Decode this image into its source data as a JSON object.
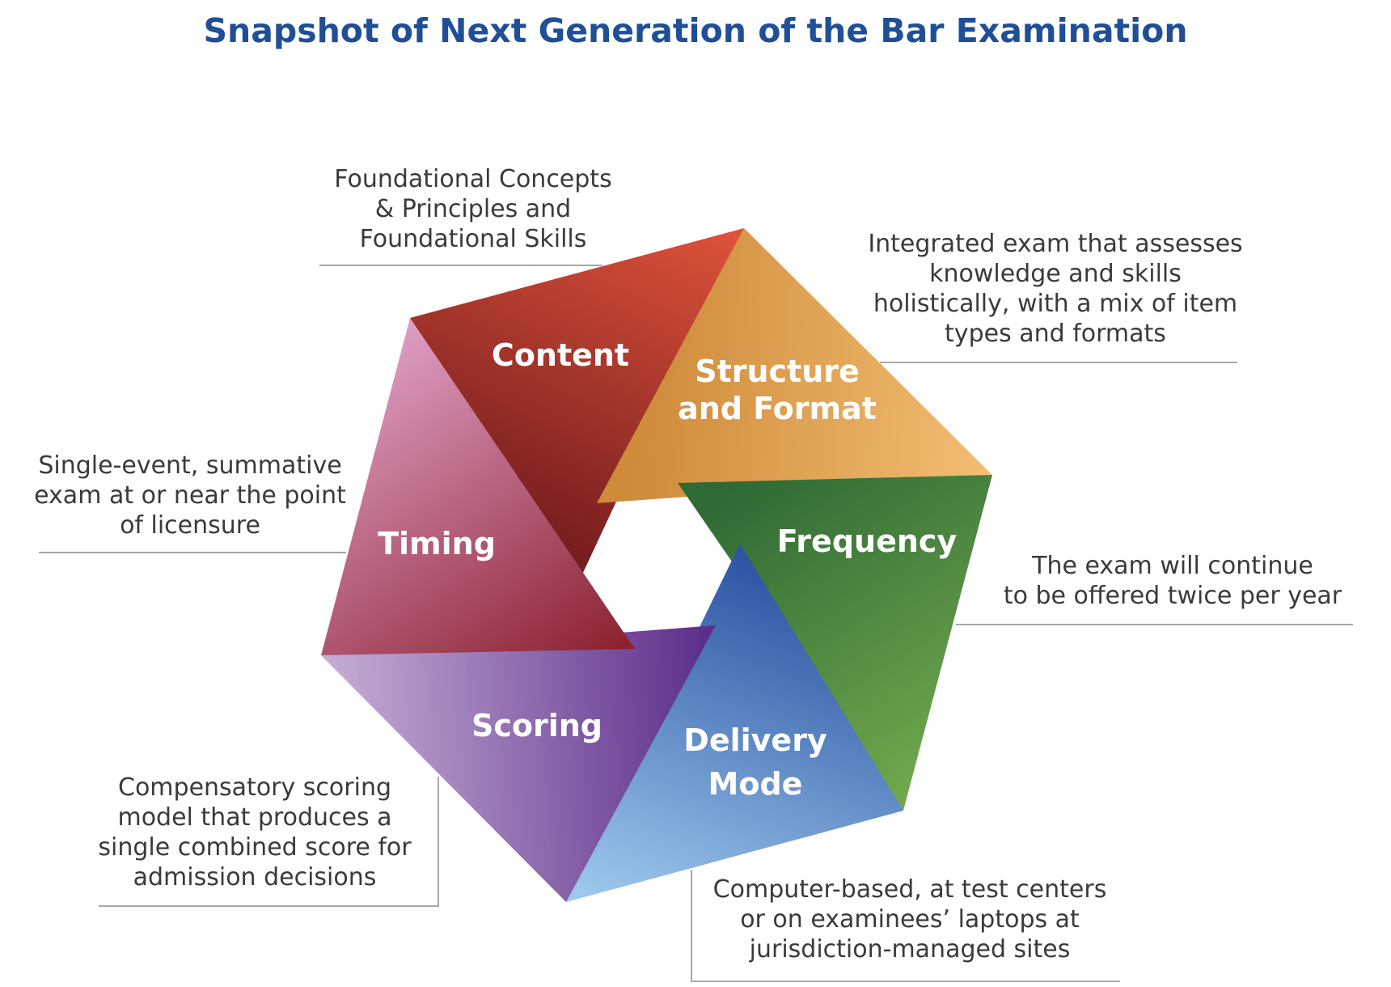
{
  "title": "Snapshot of Next Generation of the Bar Examination",
  "segments": {
    "content": {
      "label": "Content",
      "description": [
        "Foundational Concepts",
        "& Principles and",
        "Foundational Skills"
      ],
      "colors": [
        "#e0533b",
        "#6f1a1c"
      ]
    },
    "structure": {
      "label": [
        "Structure",
        "and Format"
      ],
      "description": [
        "Integrated exam that assesses",
        "knowledge and skills",
        "holistically, with a mix of item",
        "types and formats"
      ],
      "colors": [
        "#f3be73",
        "#cf8a3a"
      ]
    },
    "frequency": {
      "label": "Frequency",
      "description": [
        "The exam will continue",
        "to be offered twice per year"
      ],
      "colors": [
        "#2f6a35",
        "#72aa4e"
      ]
    },
    "delivery": {
      "label": [
        "Delivery",
        "Mode"
      ],
      "description": [
        "Computer-based, at test centers",
        "or on examinees’ laptops at",
        "jurisdiction-managed sites"
      ],
      "colors": [
        "#2e56a5",
        "#9cc8ec"
      ]
    },
    "scoring": {
      "label": "Scoring",
      "description": [
        "Compensatory scoring",
        "model that produces a",
        "single combined score for",
        "admission decisions"
      ],
      "colors": [
        "#c6aed6",
        "#5b2d8a"
      ]
    },
    "timing": {
      "label": "Timing",
      "description": [
        "Single-event, summative",
        "exam at or near the point",
        "of licensure"
      ],
      "colors": [
        "#e0a0c8",
        "#8a1e2c"
      ]
    }
  }
}
